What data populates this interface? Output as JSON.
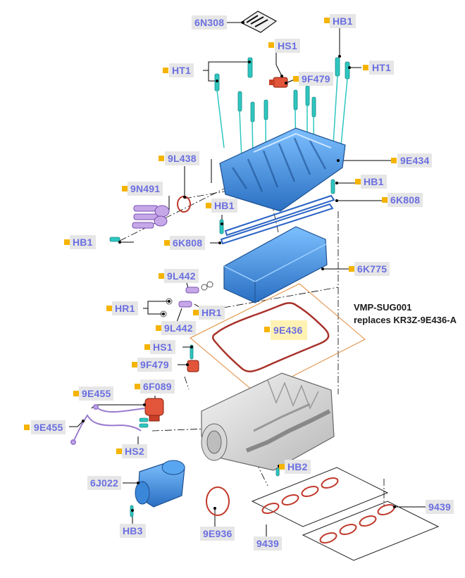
{
  "diagram": {
    "note": {
      "line1": "VMP-SUG001",
      "line2": "replaces KR3Z-9E436-A"
    },
    "parts": {
      "6N308": "6N308",
      "HB1_top": "HB1",
      "HS1_top": "HS1",
      "HT1_left": "HT1",
      "HT1_right": "HT1",
      "9F479_top": "9F479",
      "9E434": "9E434",
      "9L438": "9L438",
      "HB1_mid": "HB1",
      "9N491": "9N491",
      "6K808_right": "6K808",
      "HB1_upper_left": "HB1",
      "HB1_left": "HB1",
      "6K808_left": "6K808",
      "6K775": "6K775",
      "9L442_top": "9L442",
      "HR1_left": "HR1",
      "HR1_right": "HR1",
      "9L442_bottom": "9L442",
      "9E436": "9E436",
      "HS1_mid": "HS1",
      "9F479_mid": "9F479",
      "6F089": "6F089",
      "9E455_top": "9E455",
      "9E455_left": "9E455",
      "HS2": "HS2",
      "HB2": "HB2",
      "6J022": "6J022",
      "9439_right": "9439",
      "HB3": "HB3",
      "9E936": "9E936",
      "9439_bottom": "9439"
    },
    "colors": {
      "label_text": "#6b6fe0",
      "label_bg": "#e6e6e6",
      "highlight_bg": "#fff2b3",
      "marker": "#f5b400",
      "part_blue": "#3d8fe0",
      "part_teal": "#2fc6c0",
      "gasket_red": "#c0392b",
      "leader_line": "#000000",
      "highlight_outline": "#e08a3c"
    }
  }
}
